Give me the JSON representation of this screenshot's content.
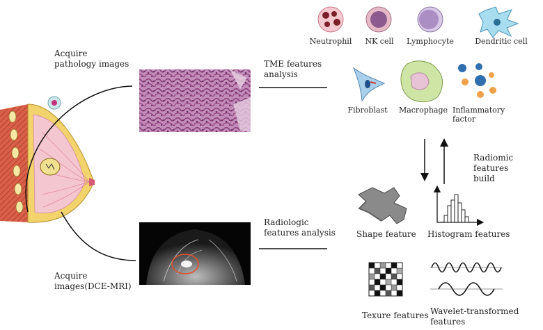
{
  "labels": {
    "acquire_pathology": "Acquire\npathology images",
    "acquire_dce_mri": "Acquire\nimages(DCE-MRI)",
    "tme_features_analysis": "TME features\nanalysis",
    "radiologic_features_analysis": "Radiologic\nfeatures analysis",
    "radiomic_features_build": "Radiomic features\nbuild"
  },
  "cells": {
    "neutrophil": "Neutrophil",
    "nk_cell": "NK cell",
    "lymphocyte": "Lymphocyte",
    "dendritic_cell": "Dendritic cell",
    "fibroblast": "Fibroblast",
    "macrophage": "Macrophage",
    "inflammatory_factor": "Inflammatory\nfactor"
  },
  "features": {
    "shape": "Shape feature",
    "histogram": "Histogram features",
    "texture": "Texure features",
    "wavelet": "Wavelet-transformed\nfeatures"
  },
  "colors": {
    "tumor_ring": "#e0502a",
    "breast_pink": "#f4c6cf",
    "fat_yellow": "#f3d36b",
    "muscle_red": "#d9614a",
    "pathology_purple": "#a14a8c",
    "inflammatory_blue": "#2f6fb0",
    "inflammatory_orange": "#f0a24b"
  }
}
